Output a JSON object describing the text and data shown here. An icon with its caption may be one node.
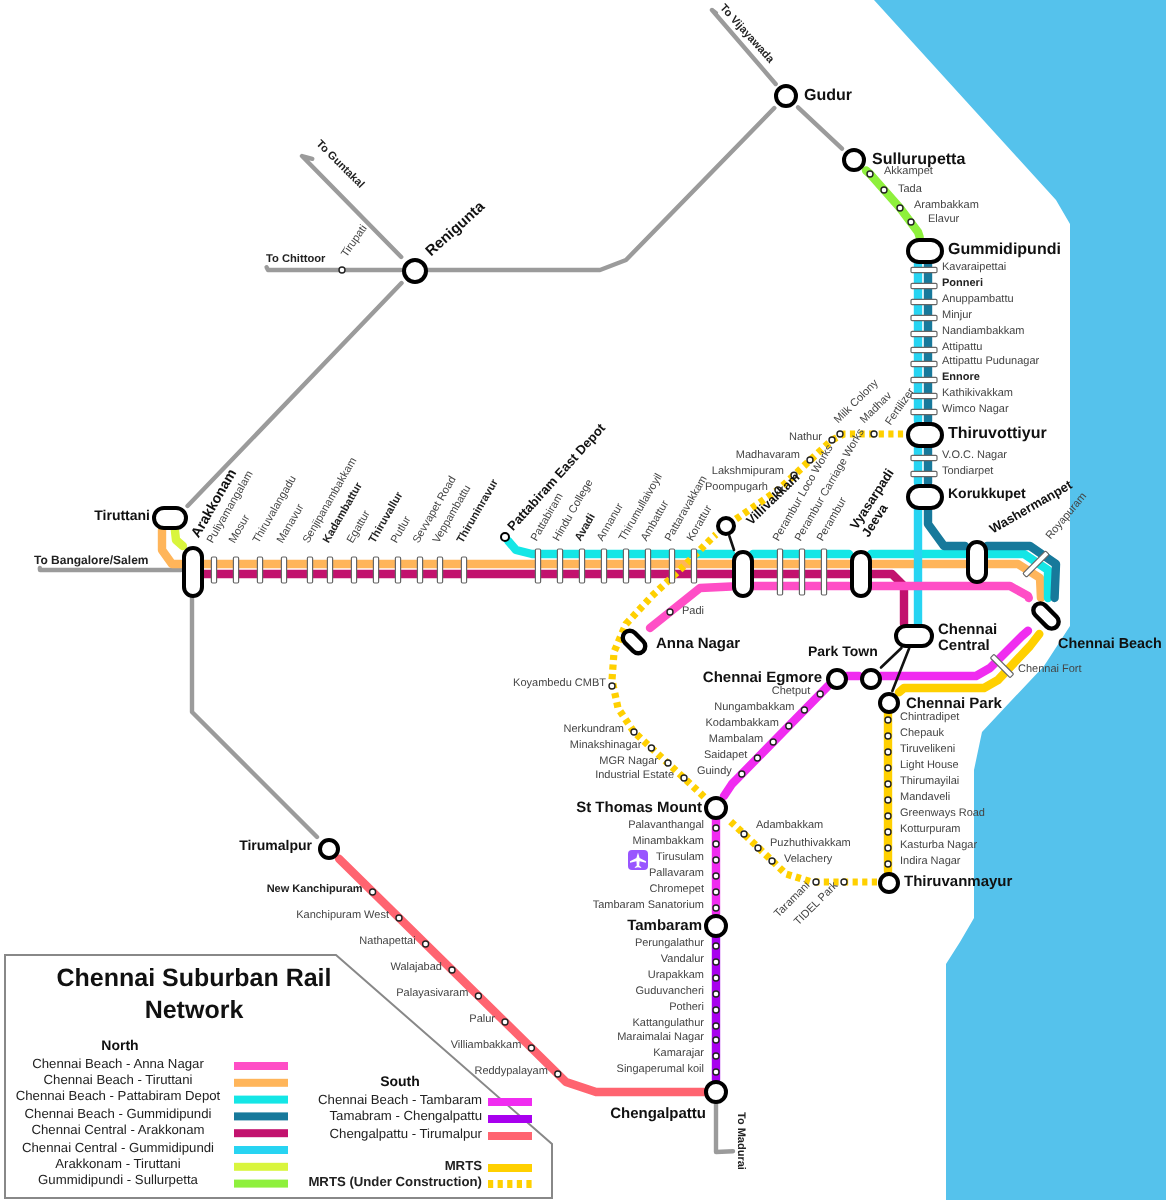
{
  "diagram": {
    "title": "Chennai Suburban Rail Network",
    "nodes": [
      {
        "text": [
          "To Vijayawada"
        ]
      },
      {
        "text": [
          "Gudur"
        ]
      },
      {
        "text": [
          "To Guntakal"
        ]
      },
      {
        "text": [
          "Renigunta"
        ]
      },
      {
        "text": [
          "To Chittoor"
        ]
      },
      {
        "text": [
          "Sullurupetta"
        ]
      },
      {
        "text": [
          "Gummidipundi"
        ]
      },
      {
        "text": [
          "Thiruvottiyur"
        ]
      },
      {
        "text": [
          "Korukkupet"
        ]
      },
      {
        "text": [
          "Tiruttani"
        ]
      },
      {
        "text": [
          "Pattabiram East Depot"
        ]
      },
      {
        "text": [
          "Villivakkam"
        ]
      },
      {
        "text": [],
        "shape": "box"
      },
      {
        "text": [
          "Vyasarpadi Jeeva"
        ]
      },
      {
        "text": [
          "Washermanpet"
        ]
      },
      {
        "text": [
          "To Bangalore/Salem"
        ]
      },
      {
        "text": [
          "Arakkonam"
        ]
      },
      {
        "text": [
          "Chennai Beach"
        ]
      },
      {
        "text": [
          "Chennai Central"
        ]
      },
      {
        "text": [
          "Park Town"
        ]
      },
      {
        "text": [
          "Chennai Egmore"
        ]
      },
      {
        "text": [
          "Anna Nagar"
        ]
      },
      {
        "text": [
          "Chennai Park"
        ]
      },
      {
        "text": [
          "St Thomas Mount"
        ]
      },
      {
        "text": [
          "Thiruvanmayur"
        ]
      },
      {
        "text": [
          "Tirumalpur"
        ]
      },
      {
        "text": [
          "Tambaram"
        ]
      },
      {
        "text": [
          "Chengalpattu"
        ]
      },
      {
        "text": [
          "To Madurai"
        ]
      }
    ],
    "edges": [
      {
        "from": 1,
        "to": 0,
        "arrow": "none"
      },
      {
        "from": 1,
        "to": 5,
        "arrow": "none"
      },
      {
        "from": 1,
        "to": 3,
        "arrow": "none"
      },
      {
        "from": 3,
        "to": 2,
        "arrow": "none"
      },
      {
        "from": 3,
        "to": 4,
        "arrow": "none"
      },
      {
        "from": 3,
        "to": 9,
        "arrow": "none"
      },
      {
        "from": 16,
        "to": 15,
        "arrow": "none"
      },
      {
        "from": 16,
        "to": 25,
        "arrow": "none"
      },
      {
        "from": 27,
        "to": 28,
        "arrow": "none"
      },
      {
        "from": 5,
        "to": 6,
        "arrow": "none",
        "color": "#8ef03c"
      },
      {
        "from": 9,
        "to": 16,
        "arrow": "none",
        "color": "#d9f53d"
      },
      {
        "from": 9,
        "to": 16,
        "arrow": "none",
        "color": "#ffb55a"
      },
      {
        "from": 16,
        "to": 12,
        "arrow": "none",
        "color": "#ffb55a"
      },
      {
        "from": 12,
        "to": 13,
        "arrow": "none",
        "color": "#ffb55a"
      },
      {
        "from": 13,
        "to": 14,
        "arrow": "none",
        "color": "#ffb55a"
      },
      {
        "from": 14,
        "to": 17,
        "arrow": "none",
        "color": "#ffb55a"
      },
      {
        "from": 16,
        "to": 12,
        "arrow": "none",
        "color": "#c2126e"
      },
      {
        "from": 12,
        "to": 13,
        "arrow": "none",
        "color": "#c2126e"
      },
      {
        "from": 13,
        "to": 18,
        "arrow": "none",
        "color": "#c2126e"
      },
      {
        "from": 10,
        "to": 12,
        "arrow": "none",
        "color": "#14e6e6"
      },
      {
        "from": 12,
        "to": 13,
        "arrow": "none",
        "color": "#14e6e6"
      },
      {
        "from": 13,
        "to": 14,
        "arrow": "none",
        "color": "#14e6e6"
      },
      {
        "from": 14,
        "to": 17,
        "arrow": "none",
        "color": "#14e6e6"
      },
      {
        "from": 6,
        "to": 7,
        "arrow": "none",
        "color": "#17799b"
      },
      {
        "from": 7,
        "to": 8,
        "arrow": "none",
        "color": "#17799b"
      },
      {
        "from": 8,
        "to": 14,
        "arrow": "none",
        "color": "#17799b"
      },
      {
        "from": 14,
        "to": 17,
        "arrow": "none",
        "color": "#17799b"
      },
      {
        "from": 6,
        "to": 7,
        "arrow": "none",
        "color": "#27d4f2"
      },
      {
        "from": 7,
        "to": 8,
        "arrow": "none",
        "color": "#27d4f2"
      },
      {
        "from": 8,
        "to": 18,
        "arrow": "none",
        "color": "#27d4f2"
      },
      {
        "from": 21,
        "to": 12,
        "arrow": "none",
        "color": "#ff4ec6"
      },
      {
        "from": 12,
        "to": 13,
        "arrow": "none",
        "color": "#ff4ec6"
      },
      {
        "from": 13,
        "to": 17,
        "arrow": "none",
        "color": "#ff4ec6"
      },
      {
        "from": 17,
        "to": 19,
        "arrow": "none",
        "color": "#f02cf0"
      },
      {
        "from": 19,
        "to": 20,
        "arrow": "none",
        "color": "#f02cf0"
      },
      {
        "from": 20,
        "to": 23,
        "arrow": "none",
        "color": "#f02cf0"
      },
      {
        "from": 23,
        "to": 26,
        "arrow": "none",
        "color": "#f02cf0"
      },
      {
        "from": 26,
        "to": 27,
        "arrow": "none",
        "color": "#a800ee"
      },
      {
        "from": 27,
        "to": 25,
        "arrow": "none",
        "color": "#ff6470"
      },
      {
        "from": 17,
        "to": 22,
        "arrow": "none",
        "color": "#ffd000"
      },
      {
        "from": 22,
        "to": 24,
        "arrow": "none",
        "color": "#ffd000"
      },
      {
        "from": 24,
        "to": 23,
        "arrow": "none",
        "style": "dashed",
        "color": "#ffd000"
      },
      {
        "from": 23,
        "to": 11,
        "arrow": "none",
        "style": "dashed",
        "color": "#ffd000"
      },
      {
        "from": 11,
        "to": 7,
        "arrow": "none",
        "style": "dashed",
        "color": "#ffd000"
      },
      {
        "from": 18,
        "to": 19,
        "arrow": "none",
        "color": "#111111"
      },
      {
        "from": 18,
        "to": 22,
        "arrow": "none",
        "color": "#111111"
      },
      {
        "from": 11,
        "to": 12,
        "arrow": "none",
        "color": "#111111"
      }
    ],
    "labels": [
      "Akkampet",
      "Tada",
      "Arambakkam",
      "Elavur",
      "Tirupati",
      "Kavaraipettai",
      "Ponneri",
      "Anuppambattu",
      "Minjur",
      "Nandiambakkam",
      "Attipattu",
      "Attipattu Pudunagar",
      "Ennore",
      "Kathikivakkam",
      "Wimco Nagar",
      "Milk Colony",
      "Madhav",
      "Fertilizer",
      "Nathur",
      "Madhavaram",
      "Lakshmipuram",
      "Poompugarh",
      "V.O.C. Nagar",
      "Tondiarpet",
      "Puliyamangalam",
      "Mosur",
      "Thiruvalangadu",
      "Manavur",
      "Senjipanambakkam",
      "Kadambattur",
      "Egattur",
      "Thiruvallur",
      "Putlur",
      "Sevvapet Road",
      "Veppambattu",
      "Thiruninravur",
      "Pattabiram",
      "Hindu College",
      "Avadi",
      "Annanur",
      "Thirumullaivoyil",
      "Ambattur",
      "Pattaravakkam",
      "Korattur",
      "Perambur Loco Works",
      "Perambur Carriage Works",
      "Perambur",
      "Royapuram",
      "Padi",
      "Koyambedu CMBT",
      "Chetput",
      "Nungambakkam",
      "Kodambakkam",
      "Mambalam",
      "Saidapet",
      "Guindy",
      "Nerkundram",
      "Minakshinagar",
      "MGR Nagar",
      "Industrial Estate",
      "Chennai Fort",
      "Chintradipet",
      "Chepauk",
      "Tiruvelikeni",
      "Light House",
      "Thirumayilai",
      "Mandaveli",
      "Greenways Road",
      "Kotturpuram",
      "Kasturba Nagar",
      "Indira Nagar",
      "Adambakkam",
      "Puzhuthivakkam",
      "Velachery",
      "Taramani",
      "TIDEL Park",
      "Palavanthangal",
      "Minambakkam",
      "Tirusulam",
      "Pallavaram",
      "Chromepet",
      "Tambaram Sanatorium",
      "Perungalathur",
      "Vandalur",
      "Urapakkam",
      "Guduvancheri",
      "Potheri",
      "Kattangulathur",
      "Maraimalai Nagar",
      "Kamarajar",
      "Singaperumal koil",
      "New Kanchipuram",
      "Kanchipuram West",
      "Nathapettai",
      "Walajabad",
      "Palayasivaram",
      "Palur",
      "Villiambakkam",
      "Reddypalayam",
      "North",
      "South"
    ],
    "legend": [
      {
        "text": "Chennai Beach - Anna Nagar",
        "color": "#ff4ec6"
      },
      {
        "text": "Chennai Beach - Tiruttani",
        "color": "#ffb55a"
      },
      {
        "text": "Chennai Beach - Pattabiram Depot",
        "color": "#14e6e6"
      },
      {
        "text": "Chennai Beach - Gummidipundi",
        "color": "#17799b"
      },
      {
        "text": "Chennai Central - Arakkonam",
        "color": "#c2126e"
      },
      {
        "text": "Chennai Central - Gummidipundi",
        "color": "#27d4f2"
      },
      {
        "text": "Arakkonam - Tiruttani",
        "color": "#d9f53d"
      },
      {
        "text": "Gummidipundi - Sullurpetta",
        "color": "#8ef03c"
      },
      {
        "text": "Chennai Beach - Tambaram",
        "color": "#f02cf0"
      },
      {
        "text": "Tamabram - Chengalpattu",
        "color": "#a800ee"
      },
      {
        "text": "Chengalpattu - Tirumalpur",
        "color": "#ff6470"
      },
      {
        "text": "MRTS",
        "color": "#ffd000"
      },
      {
        "text": "MRTS (Under Construction)"
      }
    ]
  }
}
